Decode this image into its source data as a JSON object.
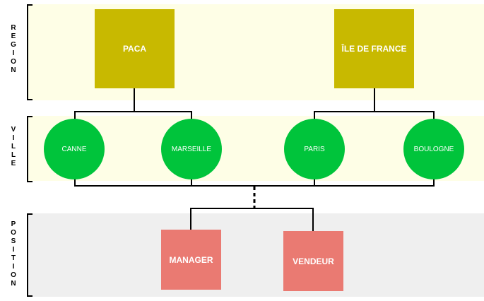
{
  "bands": {
    "region": "REGION",
    "ville": "VILLE",
    "position": "POSITION"
  },
  "regions": [
    "PACA",
    "ÎLE DE FRANCE"
  ],
  "villes": [
    "CANNE",
    "MARSEILLE",
    "PARIS",
    "BOULOGNE"
  ],
  "positions": [
    "MANAGER",
    "VENDEUR"
  ],
  "colors": {
    "region_band": "#fefee6",
    "ville_band": "#fefee6",
    "position_band": "#efefef",
    "region_node": "#c8b900",
    "ville_node": "#00c43b",
    "position_node": "#ea7a72"
  }
}
